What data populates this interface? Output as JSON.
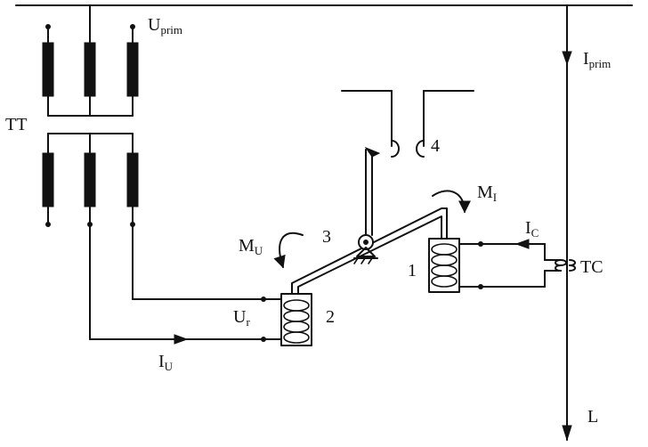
{
  "labels": {
    "u_prim": {
      "main": "U",
      "sub": "prim"
    },
    "i_prim": {
      "main": "I",
      "sub": "prim"
    },
    "tt": {
      "main": "TT"
    },
    "m_i": {
      "main": "M",
      "sub": "I"
    },
    "m_u": {
      "main": "M",
      "sub": "U"
    },
    "i_c": {
      "main": "I",
      "sub": "C"
    },
    "tc": {
      "main": "TC"
    },
    "u_r": {
      "main": "U",
      "sub": "r"
    },
    "i_u": {
      "main": "I",
      "sub": "U"
    },
    "l": {
      "main": "L"
    },
    "n1": {
      "main": "1"
    },
    "n2": {
      "main": "2"
    },
    "n3": {
      "main": "3"
    },
    "n4": {
      "main": "4"
    }
  }
}
